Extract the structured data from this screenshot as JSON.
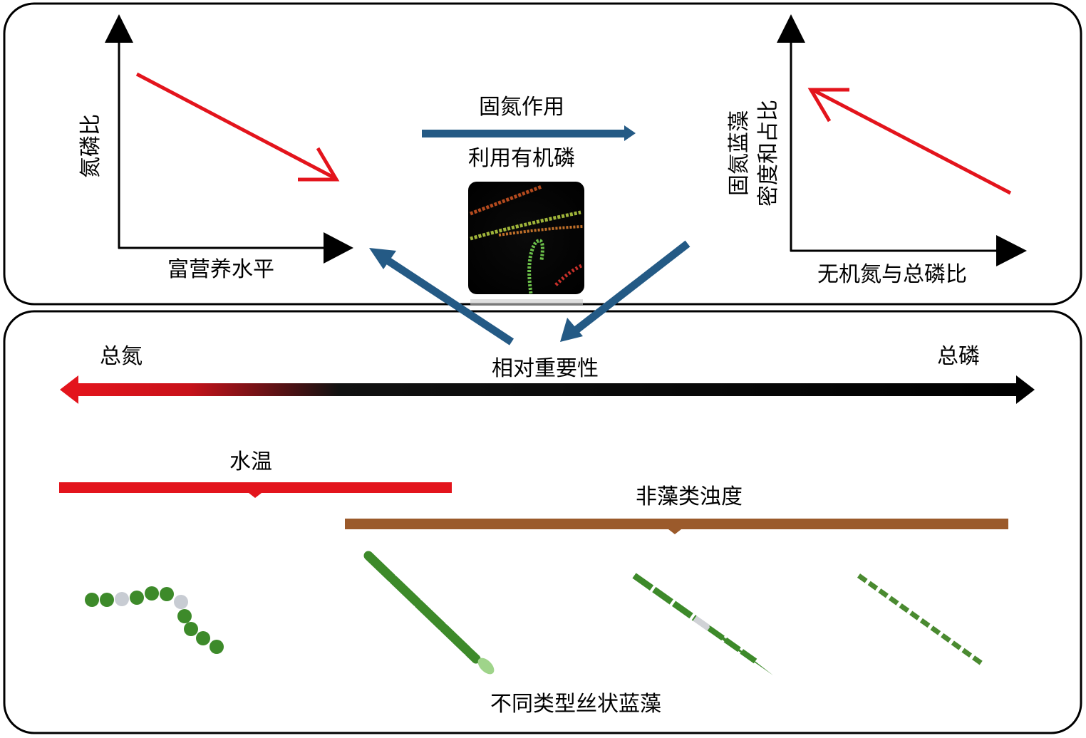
{
  "top_panel": {
    "left_graph": {
      "y_label": "氮磷比",
      "x_label": "富营养水平"
    },
    "center": {
      "process_top": "固氮作用",
      "process_bottom": "利用有机磷"
    },
    "right_graph": {
      "y_label_line1": "固氮蓝藻",
      "y_label_line2": "密度和占比",
      "x_label": "无机氮与总磷比"
    }
  },
  "bottom_panel": {
    "left_end_label": "总氮",
    "right_end_label": "总磷",
    "axis_label": "相对重要性",
    "water_temp_label": "水温",
    "turbidity_label": "非藻类浊度",
    "caption": "不同类型丝状蓝藻"
  },
  "colors": {
    "red": "#e3141c",
    "blue": "#245a85",
    "brown": "#9b5a2b",
    "green": "#3d8a2a"
  }
}
